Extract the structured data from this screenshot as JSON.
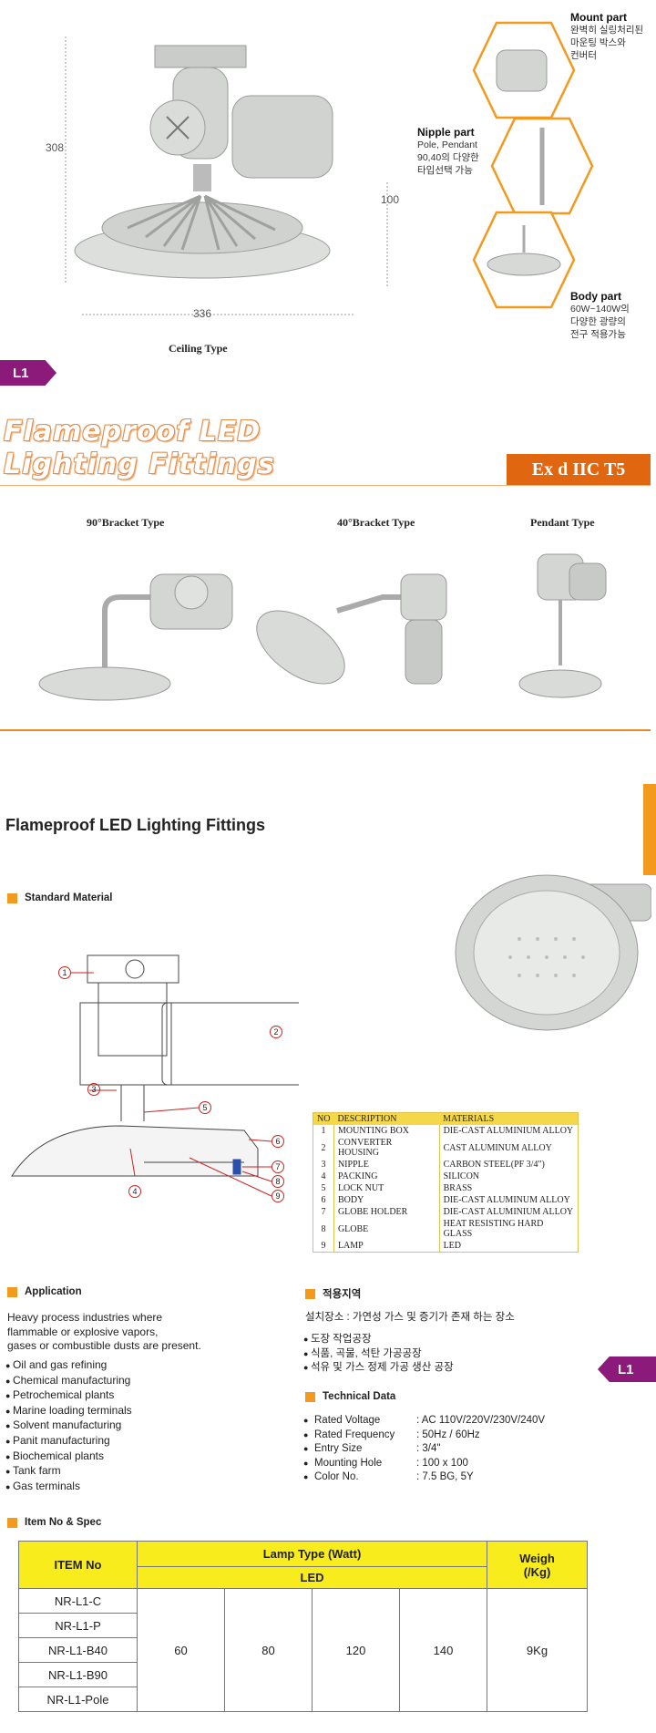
{
  "top": {
    "dim_height": "308",
    "dim_width": "336",
    "dim_depth": "100",
    "caption": "Ceiling Type",
    "parts": [
      {
        "title": "Mount part",
        "lines": [
          "완벽히 실링처리된",
          "마운팅 박스와",
          "컨버터"
        ]
      },
      {
        "title": "Nipple part",
        "lines": [
          "Pole, Pendant",
          "90,40의 다양한",
          "타입선택 가능"
        ]
      },
      {
        "title": "Body part",
        "lines": [
          "60W~140W의",
          "다양한 광량의",
          "전구 적용가능"
        ]
      }
    ]
  },
  "badge_label": "L1",
  "banner": {
    "title_line1": "Flameproof LED",
    "title_line2": "Lighting Fittings",
    "exd": "Ex d IIC T5"
  },
  "variants": [
    {
      "label": "90°Bracket Type"
    },
    {
      "label": "40°Bracket Type"
    },
    {
      "label": "Pendant Type"
    }
  ],
  "page_title": "Flameproof LED Lighting Fittings",
  "standard_material": {
    "heading": "Standard Material",
    "callouts": [
      "1",
      "2",
      "3",
      "4",
      "5",
      "6",
      "7",
      "8",
      "9"
    ],
    "table_header": {
      "no": "NO",
      "desc": "DESCRIPTION",
      "mat": "MATERIALS"
    },
    "rows": [
      {
        "no": "1",
        "desc": "MOUNTING BOX",
        "mat": "DIE-CAST ALUMINIUM ALLOY"
      },
      {
        "no": "2",
        "desc": "CONVERTER HOUSING",
        "mat": "CAST ALUMINUM ALLOY"
      },
      {
        "no": "3",
        "desc": "NIPPLE",
        "mat": "CARBON STEEL(PF 3/4\")"
      },
      {
        "no": "4",
        "desc": "PACKING",
        "mat": "SILICON"
      },
      {
        "no": "5",
        "desc": "LOCK NUT",
        "mat": "BRASS"
      },
      {
        "no": "6",
        "desc": "BODY",
        "mat": "DIE-CAST ALUMINUM ALLOY"
      },
      {
        "no": "7",
        "desc": "GLOBE HOLDER",
        "mat": "DIE-CAST ALUMINIUM ALLOY"
      },
      {
        "no": "8",
        "desc": "GLOBE",
        "mat": "HEAT RESISTING HARD GLASS"
      },
      {
        "no": "9",
        "desc": "LAMP",
        "mat": "LED"
      }
    ]
  },
  "application": {
    "heading": "Application",
    "intro_lines": [
      "Heavy process industries where",
      "flammable or explosive vapors,",
      "gases or combustible dusts are present."
    ],
    "items": [
      "Oil and gas refining",
      "Chemical manufacturing",
      "Petrochemical plants",
      "Marine loading terminals",
      "Solvent manufacturing",
      "Panit manufacturing",
      "Biochemical plants",
      "Tank farm",
      "Gas terminals"
    ]
  },
  "korean": {
    "heading": "적용지역",
    "intro": "설치장소 : 가연성 가스 및 증기가 존재 하는 장소",
    "items": [
      "도장 작업공장",
      "식품, 곡물, 석탄 가공공장",
      "석유 및 가스 정제 가공 생산 공장"
    ]
  },
  "technical": {
    "heading": "Technical Data",
    "rows": [
      {
        "label": "Rated Voltage",
        "value": ": AC 110V/220V/230V/240V"
      },
      {
        "label": "Rated Frequency",
        "value": ": 50Hz / 60Hz"
      },
      {
        "label": "Entry Size",
        "value": ": 3/4\""
      },
      {
        "label": "Mounting Hole",
        "value": ": 100 x 100"
      },
      {
        "label": "Color No.",
        "value": ": 7.5 BG, 5Y"
      }
    ]
  },
  "spec": {
    "heading": "Item No & Spec",
    "col_item": "ITEM No",
    "col_lamp": "Lamp Type (Watt)",
    "col_led": "LED",
    "col_weight_1": "Weigh",
    "col_weight_2": "(/Kg)",
    "items": [
      "NR-L1-C",
      "NR-L1-P",
      "NR-L1-B40",
      "NR-L1-B90",
      "NR-L1-Pole"
    ],
    "watts": [
      "60",
      "80",
      "120",
      "140"
    ],
    "weight": "9Kg"
  }
}
